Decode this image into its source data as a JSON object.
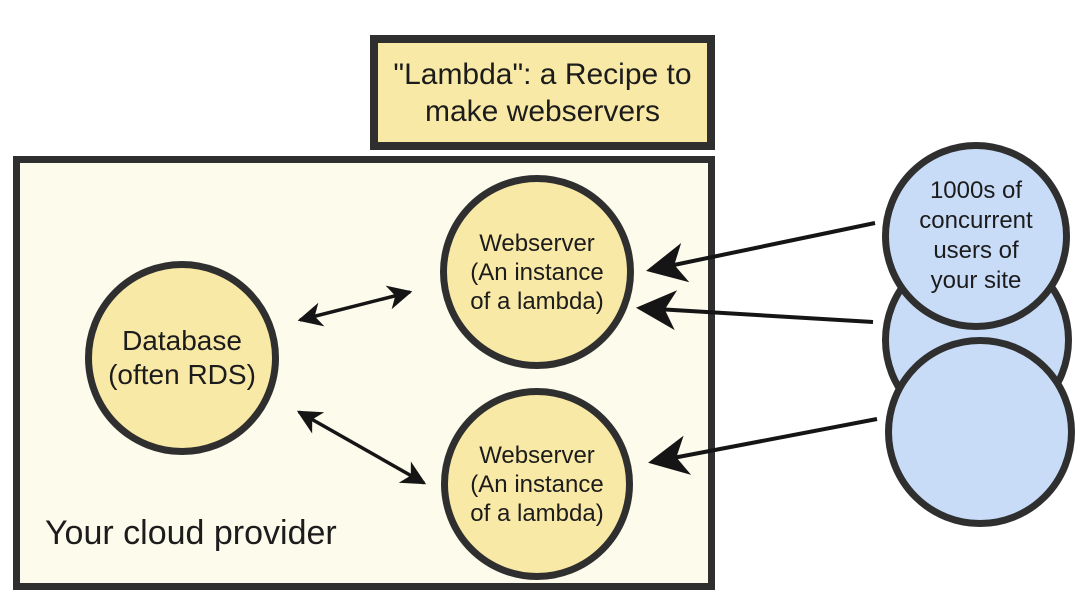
{
  "theme": {
    "colors": {
      "ink": "#2f2f2f",
      "yellow": "#f9e9a6",
      "cream": "#fdfbec",
      "blue": "#c8dcf7",
      "arrow": "#151515",
      "text": "#1c1c1c",
      "bg": "#ffffff"
    }
  },
  "diagram": {
    "title": {
      "lines": [
        "\"Lambda\": a Recipe to",
        "make webservers"
      ]
    },
    "cloud": {
      "label": "Your cloud provider"
    },
    "nodes": {
      "database": {
        "lines": [
          "Database",
          "(often RDS)"
        ]
      },
      "webserver_top": {
        "lines": [
          "Webserver",
          "(An instance",
          "of a lambda)"
        ]
      },
      "webserver_bottom": {
        "lines": [
          "Webserver",
          "(An instance",
          "of a lambda)"
        ]
      },
      "users": {
        "lines": [
          "1000s of",
          "concurrent",
          "users of",
          "your site"
        ]
      }
    }
  }
}
